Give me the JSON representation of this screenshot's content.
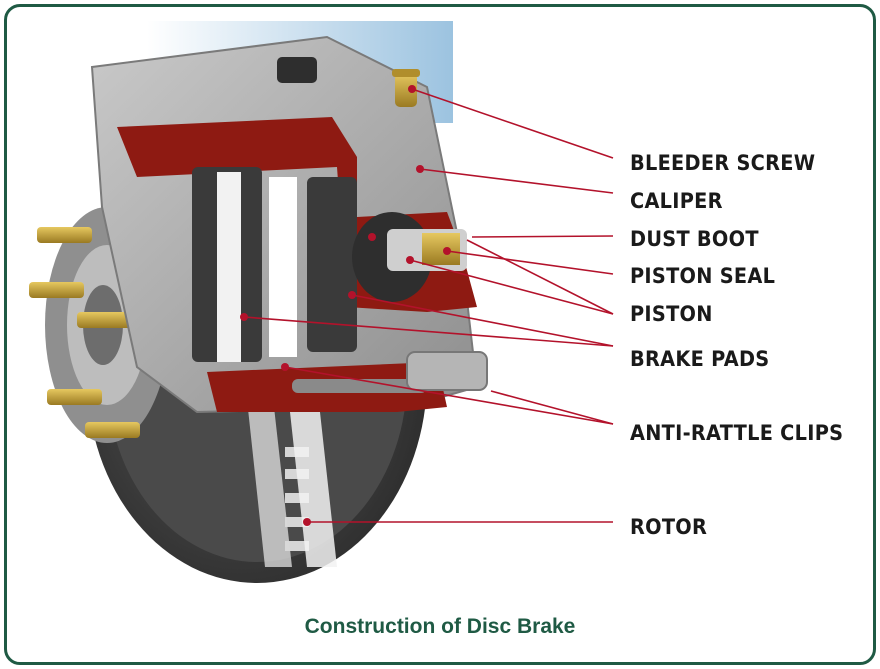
{
  "labels": {
    "bleeder_screw": "BLEEDER SCREW",
    "caliper": "CALIPER",
    "dust_boot": "DUST BOOT",
    "piston_seal": "PISTON SEAL",
    "piston": "PISTON",
    "brake_pads": "BRAKE PADS",
    "anti_rattle_clips": "ANTI-RATTLE CLIPS",
    "rotor": "ROTOR"
  },
  "caption": "Construction of Disc Brake",
  "colors": {
    "frame_border": "#1f5a44",
    "caption": "#1f5a44",
    "leader_line": "#b3122b",
    "caliper_metal": "#a9a9a9",
    "cutaway_red": "#8e1a12",
    "rotor_dark": "#3a3a3a",
    "stud_brass": "#c9a43a"
  }
}
